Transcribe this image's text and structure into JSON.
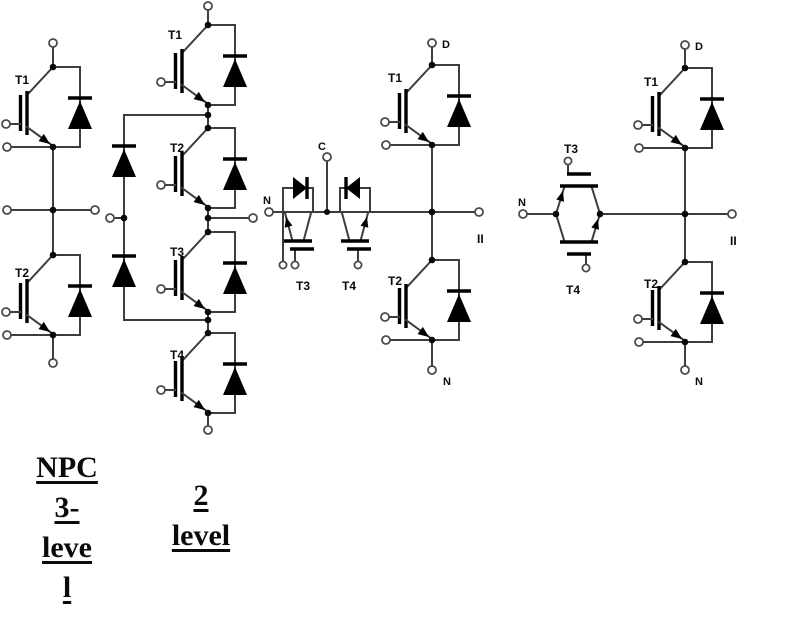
{
  "circuits": {
    "halfbridge_module": {
      "t1": "T1",
      "t2": "T2"
    },
    "npc_leg": {
      "t1": "T1",
      "t2": "T2",
      "t3": "T3",
      "t4": "T4"
    },
    "bidir_switch": {
      "c": "C",
      "n": "N",
      "t3": "T3",
      "t4": "T4"
    },
    "ttype_halfbridge_1": {
      "d": "D",
      "n": "N",
      "t1": "T1",
      "t2": "T2",
      "out": "II"
    },
    "ttype_switch": {
      "n": "N",
      "t3": "T3",
      "t4": "T4"
    },
    "ttype_halfbridge_2": {
      "d": "D",
      "n": "N",
      "t1": "T1",
      "t2": "T2",
      "out": "II"
    }
  },
  "captions": {
    "npc": {
      "lines": [
        "NPC",
        "3-",
        "leve",
        "l"
      ]
    },
    "two_level": {
      "lines": [
        "2",
        "level"
      ]
    }
  },
  "colors": {
    "ink": "#000000",
    "wire": "#3d3d3d",
    "background": "#ffffff"
  }
}
